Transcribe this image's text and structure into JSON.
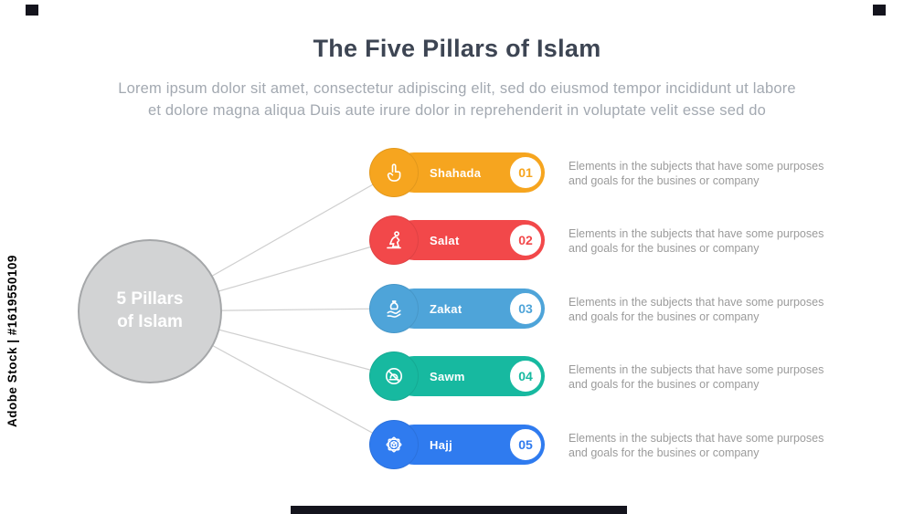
{
  "watermark": {
    "side_text": "Adobe Stock | #1619550109"
  },
  "header": {
    "title": "The Five Pillars of Islam",
    "intro_line1": "Lorem ipsum dolor sit amet, consectetur adipiscing elit, sed do eiusmod tempor incididunt ut labore",
    "intro_line2": "et dolore magna aliqua Duis aute irure dolor in reprehenderit in voluptate velit esse sed do"
  },
  "center_circle": {
    "label_line1": "5 Pillars",
    "label_line2": "of Islam"
  },
  "pillars": [
    {
      "name": "Shahada",
      "number": "01",
      "color": "#f6a51f",
      "icon": "pointing-hand-icon",
      "desc_line1": "Elements in the subjects that have some purposes",
      "desc_line2": "and goals for the  busines or company"
    },
    {
      "name": "Salat",
      "number": "02",
      "color": "#f2484a",
      "icon": "praying-person-icon",
      "desc_line1": "Elements in the subjects that have some purposes",
      "desc_line2": "and goals for the  busines or company"
    },
    {
      "name": "Zakat",
      "number": "03",
      "color": "#4ea4d9",
      "icon": "charity-hand-icon",
      "desc_line1": "Elements in the subjects that have some purposes",
      "desc_line2": "and goals for the  busines or company"
    },
    {
      "name": "Sawm",
      "number": "04",
      "color": "#17b9a0",
      "icon": "fasting-icon",
      "desc_line1": "Elements in the subjects that have some purposes",
      "desc_line2": "and goals for the  busines or company"
    },
    {
      "name": "Hajj",
      "number": "05",
      "color": "#2f7bef",
      "icon": "kaaba-icon",
      "desc_line1": "Elements in the subjects that have some purposes",
      "desc_line2": "and goals for the  busines or company"
    }
  ]
}
